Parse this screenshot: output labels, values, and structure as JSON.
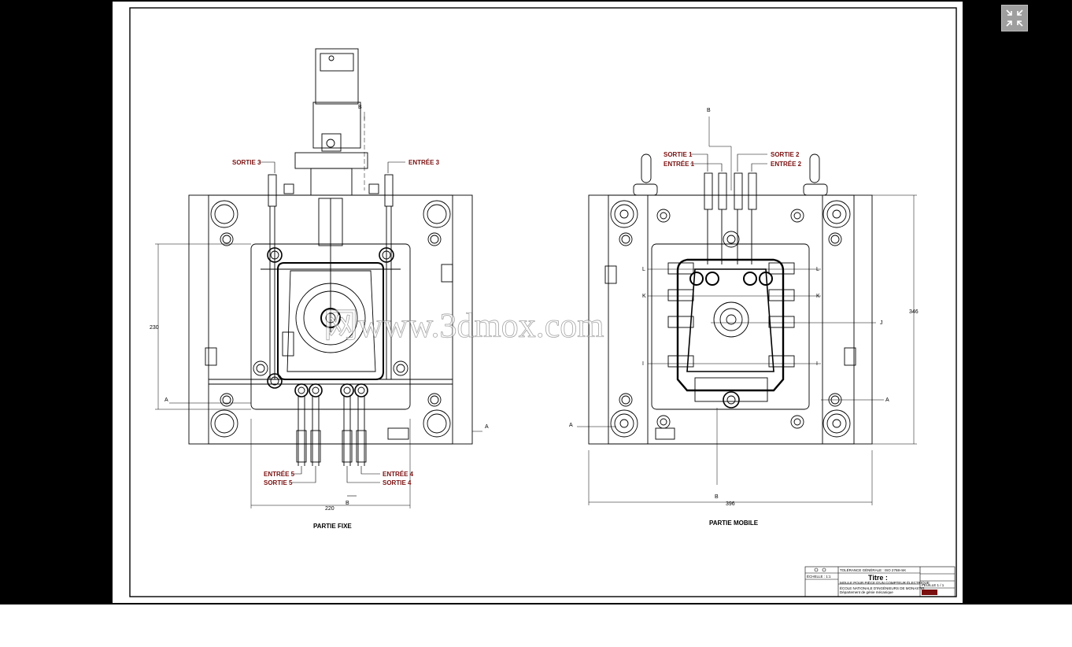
{
  "drawing": {
    "labels": {
      "sortie3": "SORTIE 3",
      "entree3": "ENTRÉE 3",
      "sortie1": "SORTIE 1",
      "entree1": "ENTRÉE 1",
      "sortie2": "SORTIE 2",
      "entree2": "ENTRÉE 2",
      "entree5": "ENTRÉE 5",
      "sortie5": "SORTIE 5",
      "entree4": "ENTRÉE 4",
      "sortie4": "SORTIE 4"
    },
    "views": {
      "fixe": "PARTIE FIXE",
      "mobile": "PARTIE MOBILE"
    },
    "dimensions": {
      "left_height": "230",
      "left_width": "220",
      "right_height": "346",
      "right_width": "396"
    },
    "section_marks": {
      "a": "A",
      "b": "B",
      "i": "I",
      "j": "J",
      "k": "K",
      "l": "L"
    },
    "title_block": {
      "tolerance": "TOLÉRANCE GÉNÉRALE : ISO 2768-mK",
      "titre_label": "Titre :",
      "title": "MOULE POUR PIÈCE D'UN COMPTEUR ÉLECTRIQUE",
      "school": "ÉCOLE NATIONALE D'INGÉNIEURS DE MONASTIR",
      "department": "Département de génie mécanique",
      "scale": "ÉCHELLE : 1:1",
      "sheet": "FEUILLE 1 / 1"
    },
    "watermark": "网www.3dmox.com"
  },
  "viewer": {
    "expand_icon": "fullscreen-collapse-icon"
  }
}
